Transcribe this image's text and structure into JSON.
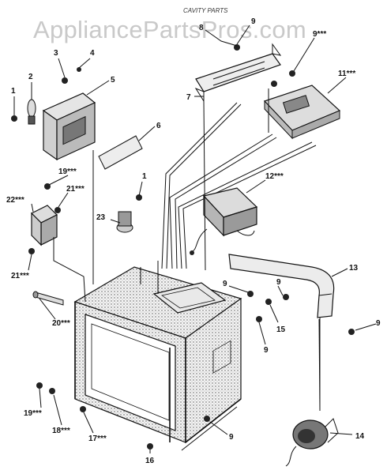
{
  "header": {
    "watermark": "AppliancePartsPros.com",
    "caption": "CAVITY PARTS"
  },
  "callouts": [
    "1",
    "2",
    "3",
    "4",
    "5",
    "6",
    "7",
    "8",
    "9",
    "9***",
    "11***",
    "1",
    "12***",
    "13",
    "19***",
    "21***",
    "22***",
    "23",
    "21***",
    "20***",
    "9",
    "9",
    "15",
    "9",
    "9",
    "19***",
    "18***",
    "17***",
    "16",
    "9",
    "14"
  ]
}
